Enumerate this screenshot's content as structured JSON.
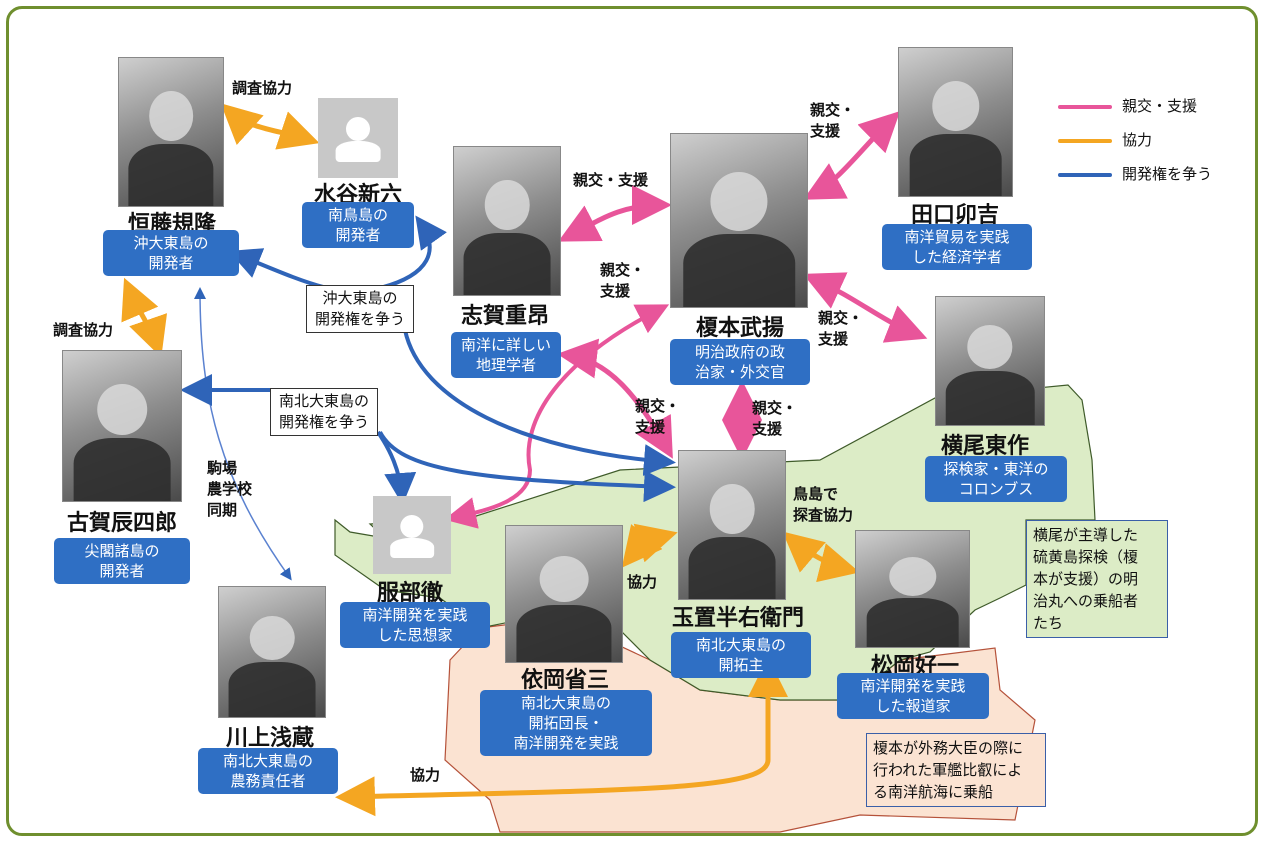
{
  "colors": {
    "pink": "#e8559a",
    "orange": "#f4a622",
    "blue": "#2f64b8",
    "green_region": "#dcecc6",
    "peach_region": "#fbe3d2"
  },
  "legend": [
    {
      "label": "親交・支援",
      "color": "#e8559a"
    },
    {
      "label": "協力",
      "color": "#f4a622"
    },
    {
      "label": "開発権を争う",
      "color": "#2f64b8"
    }
  ],
  "people": {
    "goto": {
      "name": "恒藤規隆",
      "role": "沖大東島の\n開発者"
    },
    "mizutani": {
      "name": "水谷新六",
      "role": "南鳥島の\n開発者"
    },
    "shiga": {
      "name": "志賀重昂",
      "role": "南洋に詳しい\n地理学者"
    },
    "enomoto": {
      "name": "榎本武揚",
      "role": "明治政府の政\n治家・外交官"
    },
    "taguchi": {
      "name": "田口卯吉",
      "role": "南洋貿易を実践\nした経済学者"
    },
    "yokoo": {
      "name": "横尾東作",
      "role": "探検家・東洋の\nコロンブス"
    },
    "koga": {
      "name": "古賀辰四郎",
      "role": "尖閣諸島の\n開発者"
    },
    "hattori": {
      "name": "服部徹",
      "role": "南洋開発を実践\nした思想家"
    },
    "tamaoki": {
      "name": "玉置半右衛門",
      "role": "南北大東島の\n開拓主"
    },
    "yoriaka": {
      "name": "依岡省三",
      "role": "南北大東島の\n開拓団長・\n南洋開発を実践"
    },
    "matsuoka": {
      "name": "松岡好一",
      "role": "南洋開発を実践\nした報道家"
    },
    "kawakami": {
      "name": "川上浅蔵",
      "role": "南北大東島の\n農務責任者"
    }
  },
  "labels": {
    "survey1": "調査協力",
    "survey2": "調査協力",
    "shinko1": "親交・支援",
    "shinko2": "親交・\n支援",
    "shinko3": "親交・\n支援",
    "shinko4": "親交・\n支援",
    "shinko5": "親交・\n支援",
    "shinko6": "親交・\n支援",
    "komaba": "駒場\n農学校\n同期",
    "torishima": "鳥島で\n探査協力",
    "kyoryoku1": "協力",
    "kyoryoku2": "協力",
    "oki_dispute": "沖大東島の\n開発権を争う",
    "nanboku_dispute": "南北大東島の\n開発権を争う"
  },
  "notes": {
    "green": "横尾が主導した\n硫黄島探検（榎\n本が支援）の明\n治丸への乗船者\nたち",
    "peach": "榎本が外務大臣の際に\n行われた軍艦比叡によ\nる南洋航海に乗船"
  }
}
